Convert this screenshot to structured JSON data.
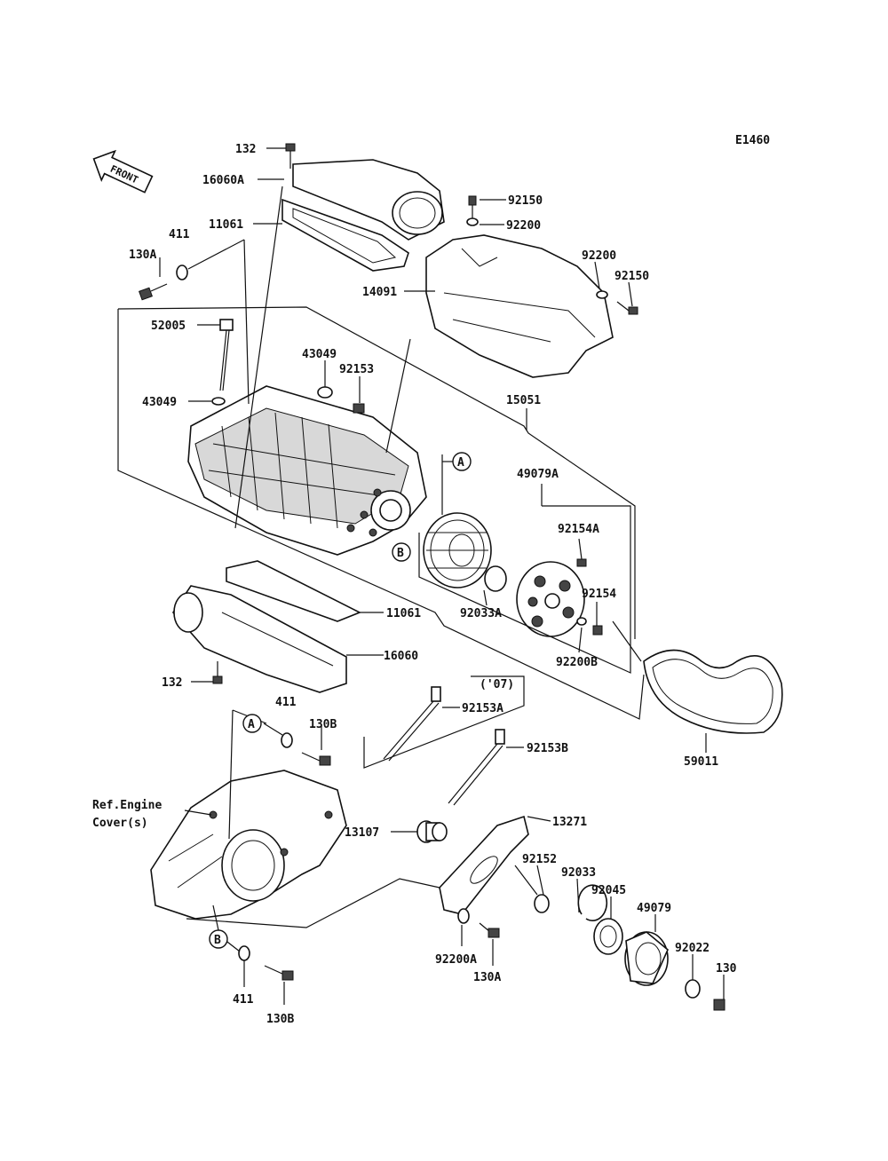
{
  "diagram_code": "E1460",
  "front_label": "FRONT",
  "callouts": {
    "c132_top": "132",
    "c16060A": "16060A",
    "c11061_top": "11061",
    "c411_top": "411",
    "c130A_top": "130A",
    "c52005": "52005",
    "c43049_a": "43049",
    "c92153": "92153",
    "c43049_b": "43049",
    "c92150_a": "92150",
    "c92200_a": "92200",
    "c92200_b": "92200",
    "c92150_b": "92150",
    "c14091": "14091",
    "c15051": "15051",
    "c49079A": "49079A",
    "c92154A": "92154A",
    "c92154": "92154",
    "c92033A": "92033A",
    "c92200B": "92200B",
    "c11061_bot": "11061",
    "c16060": "16060",
    "c132_bot": "132",
    "c07": "('07)",
    "c92153A": "92153A",
    "c92153B": "92153B",
    "c59011": "59011",
    "c411_mid": "411",
    "c130B_mid": "130B",
    "ref_engine_1": "Ref.Engine",
    "ref_engine_2": "Cover(s)",
    "c13107": "13107",
    "c13271": "13271",
    "c92152": "92152",
    "c92033": "92033",
    "c92045": "92045",
    "c49079": "49079",
    "c92022": "92022",
    "c130": "130",
    "c92200A": "92200A",
    "c130A_bot": "130A",
    "c411_bot": "411",
    "c130B_bot": "130B"
  },
  "circle_markers": {
    "A": "A",
    "B": "B"
  }
}
